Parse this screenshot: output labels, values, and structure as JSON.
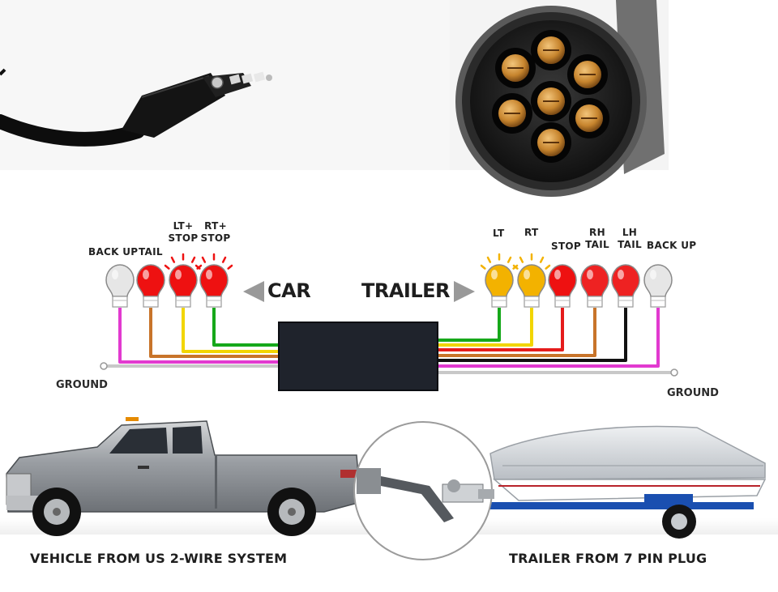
{
  "car_side": {
    "arrow_label": "CAR",
    "lamps": [
      {
        "label": "BACK UP",
        "color": "#e6e6e6"
      },
      {
        "label": "TAIL",
        "color": "#ee1111"
      },
      {
        "label_line1": "LT+",
        "label_line2": "STOP",
        "color": "#ee1111"
      },
      {
        "label_line1": "RT+",
        "label_line2": "STOP",
        "color": "#ee1111"
      }
    ],
    "ground_label": "GROUND"
  },
  "trailer_side": {
    "arrow_label": "TRAILER",
    "lamps": [
      {
        "label": "LT",
        "color": "#f3b200"
      },
      {
        "label": "RT",
        "color": "#f3b200"
      },
      {
        "label": "STOP",
        "color": "#ee1111"
      },
      {
        "label_line1": "RH",
        "label_line2": "TAIL",
        "color": "#ee2222"
      },
      {
        "label_line1": "LH",
        "label_line2": "TAIL",
        "color": "#ee2222"
      },
      {
        "label": "BACK UP",
        "color": "#e6e6e6"
      }
    ],
    "ground_label": "GROUND"
  },
  "wire_colors": {
    "pink": "#e23ad0",
    "brown": "#c8742a",
    "yellow": "#f2d500",
    "green": "#16a81a",
    "red": "#e51b1b",
    "black": "#111111",
    "white": "#c8c8c8"
  },
  "captions": {
    "left": "VEHICLE FROM US 2-WIRE SYSTEM",
    "right": "TRAILER FROM 7 PIN PLUG"
  }
}
